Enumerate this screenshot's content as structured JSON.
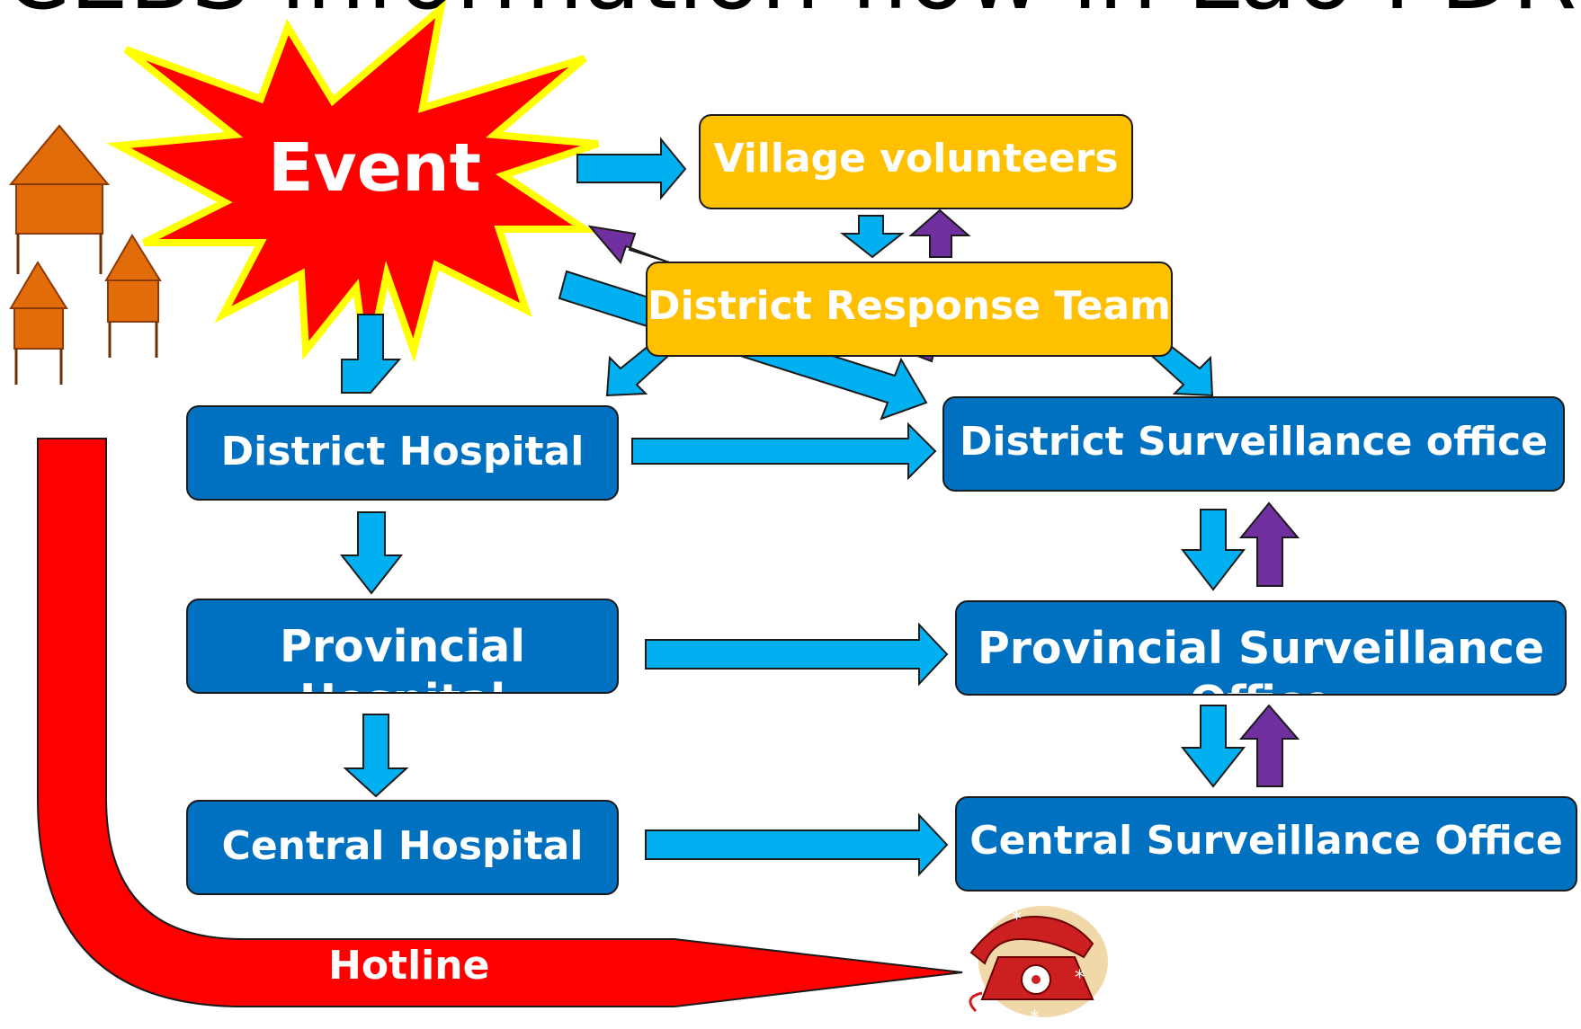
{
  "title": "CEBS information flow in Lao PDR",
  "event": "Event",
  "hotline": "Hotline",
  "nodes": {
    "village_volunteers": "Village volunteers",
    "district_response_team": "District Response Team",
    "district_hospital": "District Hospital",
    "provincial_hospital": "Provincial Hospital",
    "central_hospital": "Central Hospital",
    "district_surveillance": "District Surveillance office",
    "provincial_surveillance": "Provincial Surveillance Office",
    "central_surveillance": "Central Surveillance Office"
  },
  "colors": {
    "report_arrow": "#00b0f0",
    "feedback_arrow": "#7030a0",
    "node_blue": "#0070c0",
    "node_gold": "#ffc000",
    "event_red": "#ff0000",
    "event_outline": "#ffff00",
    "house": "#e36c0a"
  },
  "icons": [
    "house-icon",
    "telephone-icon",
    "event-burst"
  ]
}
